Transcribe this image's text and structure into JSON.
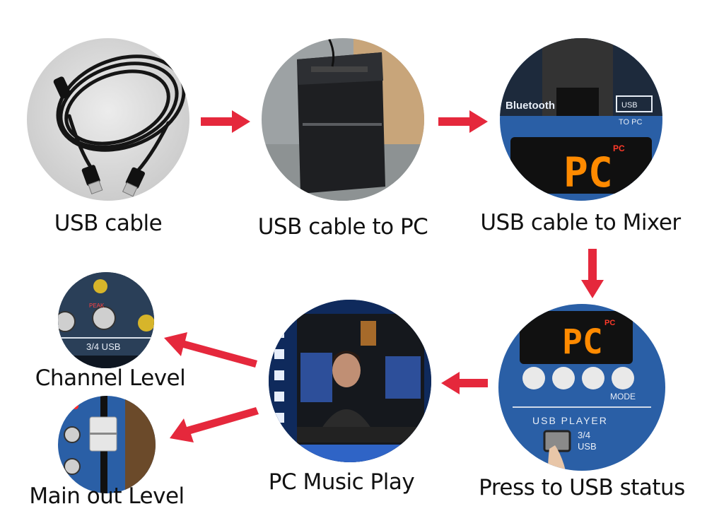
{
  "steps": [
    {
      "caption": "USB cable",
      "photo": "usb-cable-photo"
    },
    {
      "caption": "USB cable to PC",
      "photo": "pc-tower-photo"
    },
    {
      "caption": "USB cable to Mixer",
      "photo": "mixer-usb-port-photo"
    },
    {
      "caption": "Press to USB status",
      "photo": "usb-player-panel-photo"
    },
    {
      "caption": "PC Music Play",
      "photo": "pc-screen-photo"
    },
    {
      "caption": "Channel Level",
      "photo": "channel-knob-photo"
    },
    {
      "caption": "Main out Level",
      "photo": "main-fader-photo"
    }
  ],
  "photo_text": {
    "bluetooth": "Bluetooth",
    "to_pc": "TO PC",
    "usb": "USB",
    "display_pc": "PC",
    "display_badge": "PC",
    "usb_player": "USB PLAYER",
    "mode": "MODE",
    "source_34": "3/4",
    "source_usb": "USB",
    "channel_usb": "3/4 USB",
    "peak": "PEAK"
  },
  "colors": {
    "arrow": "#e5283c",
    "mixer_blue": "#2a5fa6",
    "led_orange": "#ff8a00"
  }
}
